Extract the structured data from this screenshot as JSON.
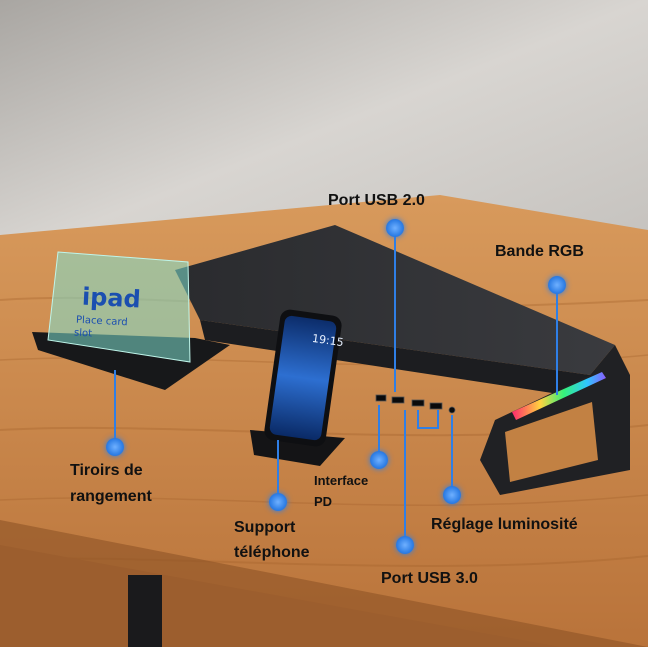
{
  "labels": {
    "port_usb_20": "Port USB 2.0",
    "bande_rgb": "Bande RGB",
    "tiroirs_line1": "Tiroirs de",
    "tiroirs_line2": "rangement",
    "interface_line1": "Interface",
    "interface_line2": "PD",
    "support_line1": "Support",
    "support_line2": "téléphone",
    "reglage": "Réglage luminosité",
    "port_usb_30": "Port USB 3.0"
  },
  "ipad_card": {
    "title": "ipad",
    "line1": "Place card",
    "line2": "slot"
  },
  "phone": {
    "time": "19:15"
  },
  "colors": {
    "callout_blue": "#2f7fe6",
    "rgb_strip": [
      "#ff2a6d",
      "#ffd23f",
      "#35f27a",
      "#2fc6ff",
      "#8a5cff"
    ]
  }
}
